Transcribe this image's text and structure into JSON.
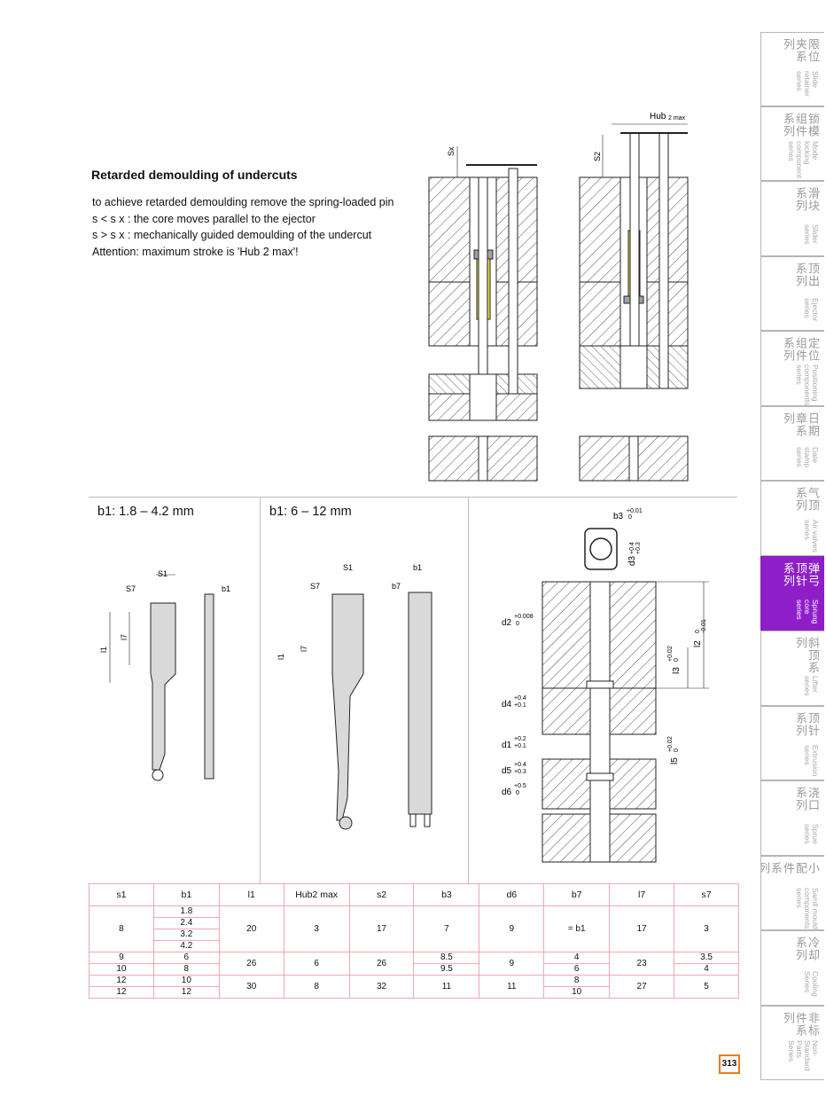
{
  "section": {
    "heading": "Retarded demoulding of undercuts",
    "lines": [
      "to achieve retarded demoulding remove the spring-loaded pin",
      "s < s x : the core moves parallel to the ejector",
      "s > s x : mechanically guided demoulding of the undercut",
      "Attention: maximum stroke is 'Hub 2 max'!"
    ]
  },
  "drawing_labels": {
    "sx": "Sx",
    "s2": "S2",
    "hub": "Hub",
    "hub_sub": "2 max",
    "s1": "S1",
    "s7": "S7",
    "b1": "b1",
    "b7": "b7",
    "l1": "l1",
    "l7": "l7",
    "b3": "b3",
    "b3_tol": "+0.01",
    "b3_tol2": "0",
    "d3": "d3",
    "d3_tol": "+0.3",
    "d3_tol2": "+0.4",
    "d2": "d2",
    "d2_tol": "+0.008",
    "d2_tol2": "0",
    "l2": "l2",
    "l2_tol": "-0.01",
    "l2_tol2": "0",
    "l3": "l3",
    "l3_tol": "+0.02",
    "l3_tol2": "0",
    "d4": "d4",
    "d4_tol": "+0.4",
    "d4_tol2": "+0.1",
    "d1": "d1",
    "d1_tol": "+0.2",
    "d1_tol2": "+0.1",
    "l5": "l5",
    "l5_tol": "+0.02",
    "l5_tol2": "0",
    "d5": "d5",
    "d5_tol": "+0.4",
    "d5_tol2": "+0.3",
    "d6": "d6",
    "d6_tol": "+0.5",
    "d6_tol2": "0"
  },
  "panels": {
    "small": "b1: 1.8 – 4.2 mm",
    "large": "b1: 6 – 12 mm"
  },
  "table": {
    "headers": [
      "s1",
      "b1",
      "l1",
      "Hub2 max",
      "s2",
      "b3",
      "d6",
      "b7",
      "l7",
      "s7"
    ],
    "group1": {
      "s1": "8",
      "b1": [
        "1.8",
        "2.4",
        "3.2",
        "4.2"
      ],
      "l1": "20",
      "hub": "3",
      "s2": "17",
      "b3": "7",
      "d6": "9",
      "b7": "= b1",
      "l7": "17",
      "s7": "3"
    },
    "group2": {
      "s1": [
        "9",
        "10"
      ],
      "b1": [
        "6",
        "8"
      ],
      "l1": "26",
      "hub": "6",
      "s2": "26",
      "b3": [
        "8.5",
        "9.5"
      ],
      "d6": "9",
      "b7": [
        "4",
        "6"
      ],
      "l7": "23",
      "s7": [
        "3.5",
        "4"
      ]
    },
    "group3": {
      "s1": [
        "12",
        "12"
      ],
      "b1": [
        "10",
        "12"
      ],
      "l1": "30",
      "hub": "8",
      "s2": "32",
      "b3": "11",
      "d6": "11",
      "b7": [
        "8",
        "10"
      ],
      "l7": "27",
      "s7": "5"
    }
  },
  "sidebar": [
    {
      "cn": "限位夹系列",
      "en": "Slide retainer series"
    },
    {
      "cn": "锁模组件系列",
      "en": "Mode locking component series"
    },
    {
      "cn": "滑块系列",
      "en": "Slider series"
    },
    {
      "cn": "顶出系列",
      "en": "Ejector series"
    },
    {
      "cn": "定位组件系列",
      "en": "Positioning components series"
    },
    {
      "cn": "日期章系列",
      "en": "Date stamp series"
    },
    {
      "cn": "气顶系列",
      "en": "Air valves series"
    },
    {
      "cn": "弹弓顶针系列",
      "en": "Sprung core series"
    },
    {
      "cn": "斜顶系列",
      "en": "Lifter series"
    },
    {
      "cn": "顶针系列",
      "en": "Extrusion series"
    },
    {
      "cn": "浇口系列",
      "en": "Sprue series"
    },
    {
      "cn": "小配件系列",
      "en": "Samll mould components series"
    },
    {
      "cn": "冷却系列",
      "en": "Cooling Series"
    },
    {
      "cn": "非标件系列",
      "en": "Non-Standard Parts Series"
    }
  ],
  "page_number": "313",
  "colors": {
    "active_tab": "#8e1ec8",
    "spring": "#e3e04a",
    "table_border": "#f0a9ad",
    "page_box": "#ef7a18"
  }
}
